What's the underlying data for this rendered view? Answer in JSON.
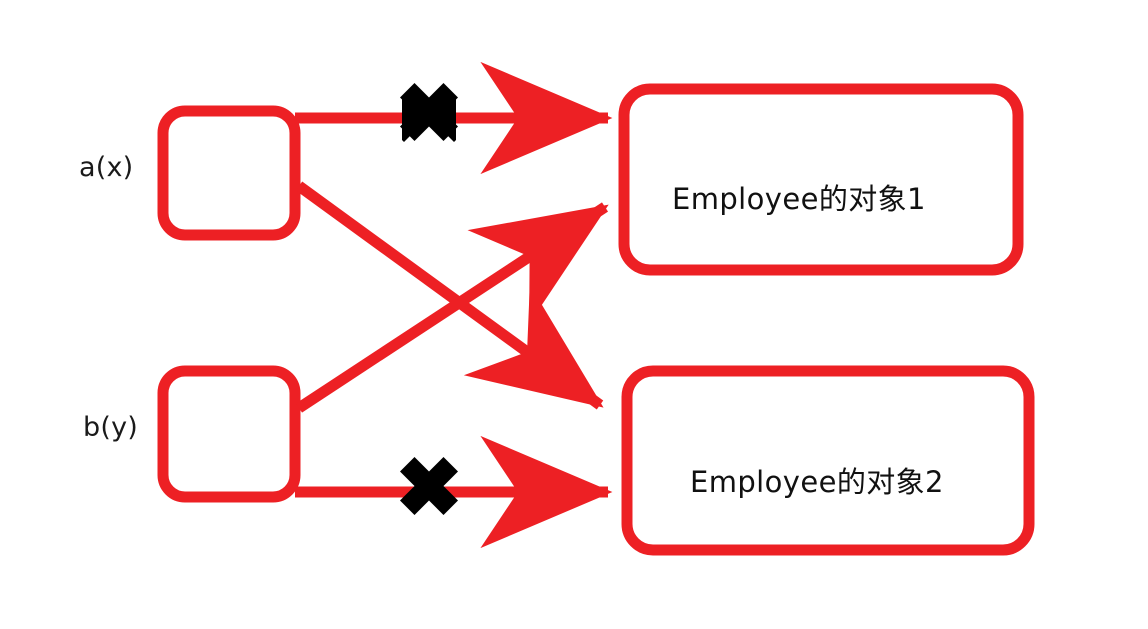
{
  "diagram": {
    "background_color": "#ffffff",
    "accent_color": "#ed2024",
    "mark_color": "#000000",
    "text_color": "#111111",
    "source_nodes": [
      {
        "label": "a(x)",
        "name": "source-node-a"
      },
      {
        "label": "b(y)",
        "name": "source-node-b"
      }
    ],
    "target_nodes": [
      {
        "label": "Employee的对象1",
        "name": "target-node-employee-object-1"
      },
      {
        "label": "Employee的对象2",
        "name": "target-node-employee-object-2"
      }
    ],
    "edges": [
      {
        "from": "a(x)",
        "to": "Employee的对象1",
        "style": "straight",
        "blocked": true
      },
      {
        "from": "a(x)",
        "to": "Employee的对象2",
        "style": "diagonal",
        "blocked": false
      },
      {
        "from": "b(y)",
        "to": "Employee的对象1",
        "style": "diagonal",
        "blocked": false
      },
      {
        "from": "b(y)",
        "to": "Employee的对象2",
        "style": "straight",
        "blocked": true
      }
    ],
    "blocked_marks": [
      {
        "name": "cross-mark-top",
        "on_edge": "a(x) -> Employee的对象1"
      },
      {
        "name": "cross-mark-bottom",
        "on_edge": "b(y) -> Employee的对象2"
      }
    ]
  }
}
